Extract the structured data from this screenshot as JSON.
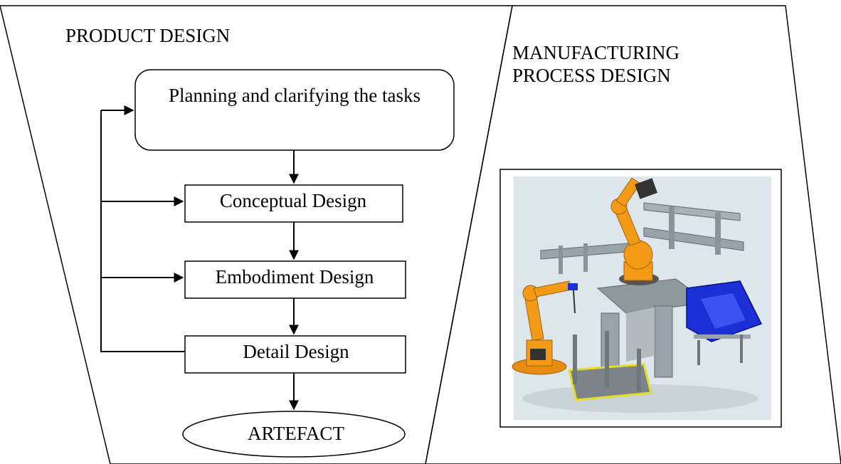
{
  "product_panel": {
    "title": "PRODUCT DESIGN",
    "steps": {
      "planning": "Planning and clarifying the tasks",
      "conceptual": "Conceptual Design",
      "embodiment": "Embodiment Design",
      "detail": "Detail Design",
      "artefact": "ARTEFACT"
    }
  },
  "process_panel": {
    "title": "MANUFACTURING PROCESS DESIGN",
    "image": "robotic-welding-cell-illustration"
  },
  "colors": {
    "line": "#000000",
    "image_background": "#dde6ea",
    "robot_orange": "#f39a16",
    "fixture_gray": "#9aa3a9",
    "fixture_blue": "#1b2fd6",
    "fixture_yellow": "#e6dd2a"
  }
}
